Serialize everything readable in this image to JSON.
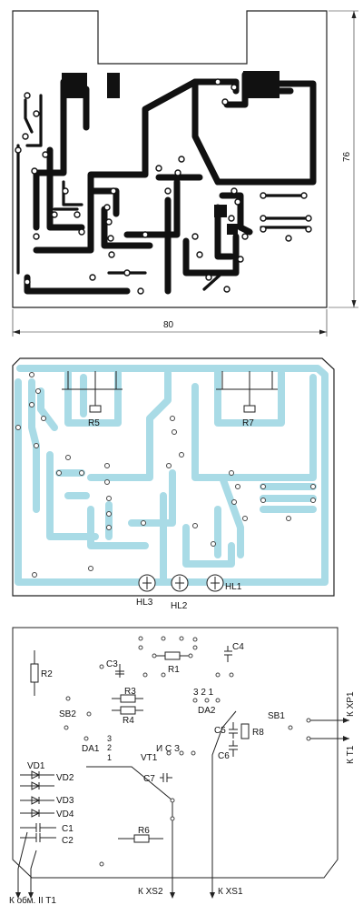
{
  "panel1": {
    "dim_width": "80",
    "dim_height": "76"
  },
  "panel2": {
    "labels": {
      "r5": "R5",
      "r7": "R7",
      "hl1": "HL1",
      "hl2": "HL2",
      "hl3": "HL3"
    }
  },
  "panel3": {
    "labels": {
      "r1": "R1",
      "r2": "R2",
      "r3": "R3",
      "r4": "R4",
      "r6": "R6",
      "r8": "R8",
      "c1": "C1",
      "c2": "C2",
      "c3": "C3",
      "c4": "C4",
      "c5": "C5",
      "c6": "C6",
      "c7": "C7",
      "sb1": "SB1",
      "sb2": "SB2",
      "da1": "DA1",
      "da2": "DA2",
      "vt1": "VT1",
      "vd1": "VD1",
      "vd2": "VD2",
      "vd3": "VD3",
      "vd4": "VD4",
      "ics": "И С З",
      "pins_321": "3  2  1",
      "pin1": "1",
      "pin2": "2",
      "pin3": "3",
      "k_xp1": "К XP1",
      "k_t1": "К T1",
      "k_xs1": "К XS1",
      "k_xs2": "К XS2",
      "k_obm": "К обм. II T1"
    }
  }
}
